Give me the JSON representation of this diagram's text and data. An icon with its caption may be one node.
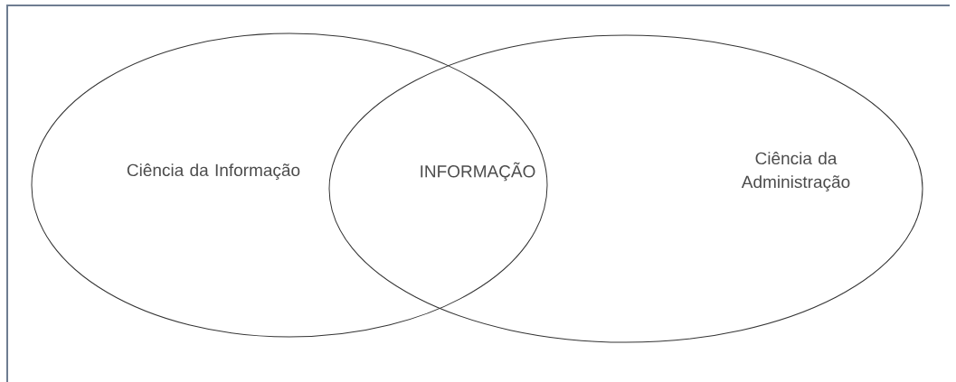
{
  "diagram": {
    "nodes": [
      {
        "text": [
          "Ciência da Informação"
        ]
      },
      {
        "text": [
          "Ciência da Administração"
        ]
      }
    ],
    "labels": [
      "INFORMAÇÃO"
    ]
  }
}
